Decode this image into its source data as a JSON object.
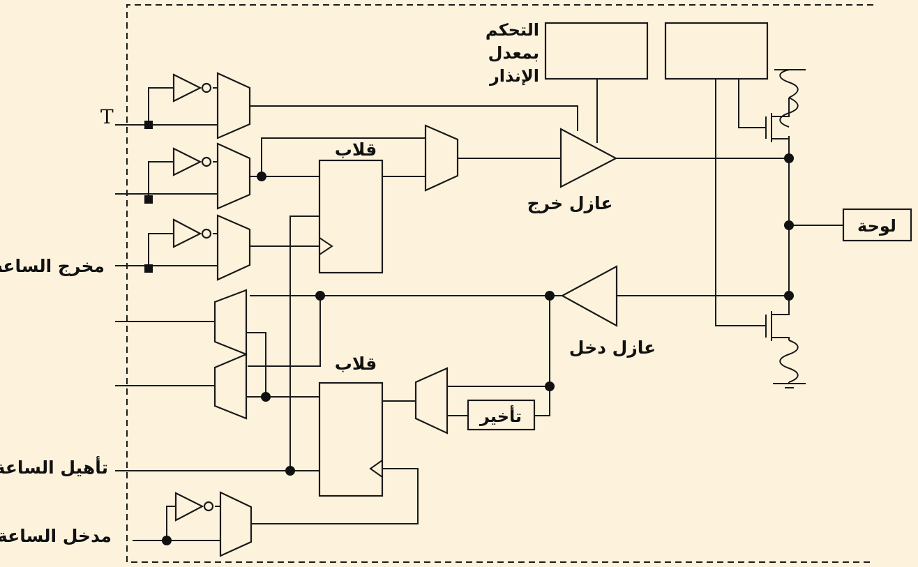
{
  "colors": {
    "background": "#fdf3dc",
    "ink": "#1a1a1a"
  },
  "labels": {
    "t_pin": "T",
    "clock_output": "مخرج الساعة",
    "clock_enable": "تأهيل الساعة",
    "clock_input": "مدخل الساعة",
    "flipflop_top": "قلاب",
    "flipflop_bottom": "قلاب",
    "output_buffer": "عازل خرج",
    "input_buffer": "عازل دخل",
    "delay": "تأخير",
    "pad": "لوحة",
    "slew_rate_line1": "التحكم",
    "slew_rate_line2": "بمعدل",
    "slew_rate_line3": "الإنذار"
  }
}
